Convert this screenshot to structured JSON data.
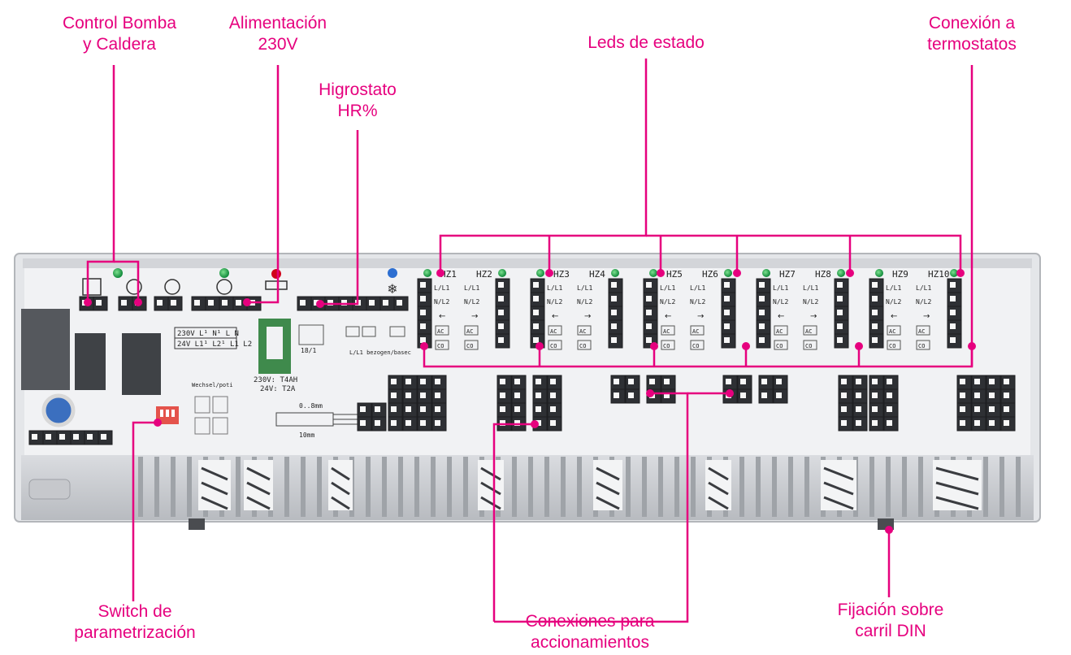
{
  "callouts": {
    "control_bomba": {
      "line1": "Control Bomba",
      "line2": "y Caldera"
    },
    "alimentacion": {
      "line1": "Alimentación",
      "line2": "230V"
    },
    "higrostato": {
      "line1": "Higrostato",
      "line2": "HR%"
    },
    "leds": {
      "line1": "Leds de estado"
    },
    "termostatos": {
      "line1": "Conexión a",
      "line2": "termostatos"
    },
    "switch": {
      "line1": "Switch de",
      "line2": "parametrización"
    },
    "accionamientos": {
      "line1": "Conexiones para",
      "line2": "accionamientos"
    },
    "fijacion": {
      "line1": "Fijación sobre",
      "line2": "carril DIN"
    }
  },
  "board": {
    "zones": [
      {
        "label": "HZ1",
        "led": "green"
      },
      {
        "label": "HZ2",
        "led": "green"
      },
      {
        "label": "HZ3",
        "led": "green"
      },
      {
        "label": "HZ4",
        "led": "green"
      },
      {
        "label": "HZ5",
        "led": "green"
      },
      {
        "label": "HZ6",
        "led": "green"
      },
      {
        "label": "HZ7",
        "led": "green"
      },
      {
        "label": "HZ8",
        "led": "green"
      },
      {
        "label": "HZ9",
        "led": "green"
      },
      {
        "label": "HZ10",
        "led": "green"
      }
    ],
    "terminal_labels": {
      "l": "L/L1",
      "n": "N/L2",
      "ac": "AC",
      "co": "CO"
    },
    "power_table": {
      "row1": [
        "230V",
        "L¹",
        "N¹",
        "L",
        "N"
      ],
      "row2": [
        "24V",
        "L1¹",
        "L2¹",
        "L1",
        "L2"
      ]
    },
    "fuse_label": {
      "line1": "230V: T4AH",
      "line2": "24V: T2A"
    },
    "hum_label": "L/L1 bezogen/basec",
    "dip_label": "Wechsel/poti",
    "scale_label_1": "0..8mm",
    "scale_label_2": "10mm",
    "ts_code": "18/1",
    "colors": {
      "accent": "#e6007e",
      "led_green": "#1aa64a",
      "led_red": "#d0021b",
      "led_blue": "#2d6fd1"
    }
  }
}
